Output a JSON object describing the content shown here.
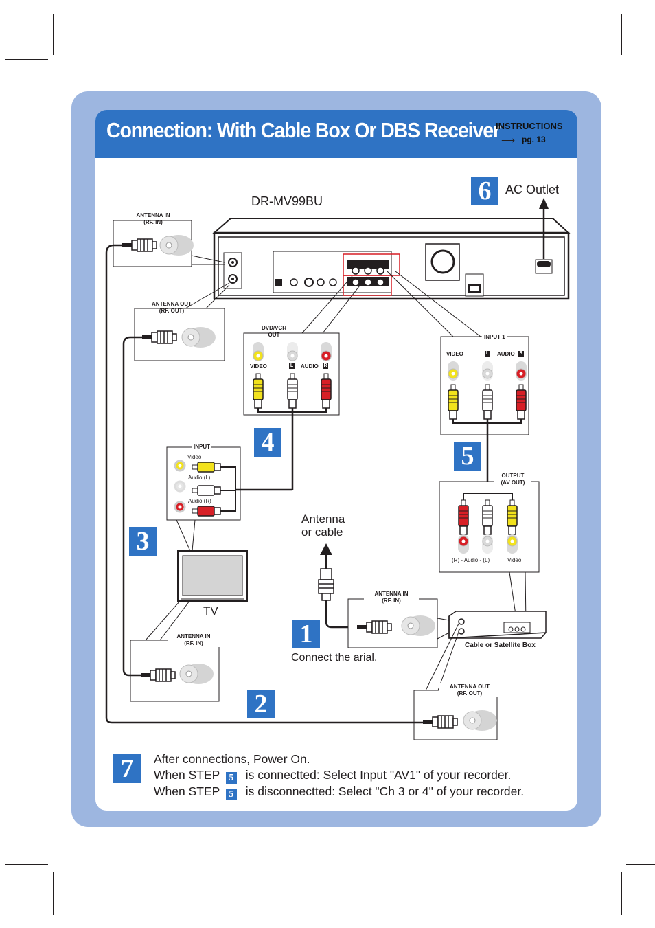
{
  "header": {
    "title": "Connection: With Cable Box Or DBS Receiver",
    "instructions_label": "INSTRUCTIONS",
    "instructions_page": "pg. 13"
  },
  "colors": {
    "banner_blue": "#2f73c4",
    "frame_blue": "#9db6e0",
    "video_yellow": "#f2e21c",
    "audio_red": "#d71f26",
    "audio_white": "#d9d9d9"
  },
  "steps": {
    "s1": "1",
    "s2": "2",
    "s3": "3",
    "s4": "4",
    "s5": "5",
    "s6": "6",
    "s7": "7"
  },
  "recorder": {
    "model": "DR-MV99BU",
    "ac_outlet": "AC Outlet"
  },
  "panels": {
    "antenna_in_top": "ANTENNA IN\n(RF. IN)",
    "antenna_out_top": "ANTENNA OUT\n(RF. OUT)",
    "dvd_vcr_out": "DVD/VCR\nOUT",
    "dvd_video": "VIDEO",
    "dvd_audio": "AUDIO",
    "dvd_l": "L",
    "dvd_r": "R",
    "input1": "INPUT 1",
    "input1_video": "VIDEO",
    "input1_audio": "AUDIO",
    "input1_l": "L",
    "input1_r": "R",
    "tv_input": "INPUT",
    "tv_video": "Video",
    "tv_audio_l": "Audio (L)",
    "tv_audio_r": "Audio (R)",
    "tv_label": "TV",
    "output_av_out": "OUTPUT\n(AV OUT)",
    "output_caption_audio": "(R) - Audio - (L)",
    "output_caption_video": "Video",
    "antenna_or_cable": "Antenna\nor cable",
    "antenna_in_cable": "ANTENNA IN\n(RF. IN)",
    "connect_arial": "Connect the arial.",
    "cable_box": "Cable or Satellite Box",
    "antenna_in_tv": "ANTENNA IN\n(RF. IN)",
    "antenna_out_box": "ANTENNA OUT\n(RF. OUT)"
  },
  "notes": {
    "line1": "After connections, Power On.",
    "line2_prefix": "When STEP",
    "line2_suffix": "is connectted: Select Input \"AV1\" of your recorder.",
    "line3_prefix": "When STEP",
    "line3_suffix": "is disconnectted: Select \"Ch 3 or 4\" of your recorder."
  }
}
